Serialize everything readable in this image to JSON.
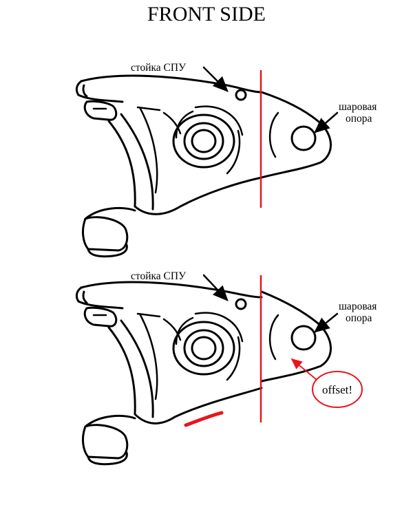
{
  "title": "FRONT SIDE",
  "top_diagram": {
    "label_post": "стойка СПУ",
    "label_ball_line1": "шаровая",
    "label_ball_line2": "опора"
  },
  "bottom_diagram": {
    "label_post": "стойка СПУ",
    "label_ball_line1": "шаровая",
    "label_ball_line2": "опора",
    "callout": "offset!"
  },
  "colors": {
    "reference_line": "#e8141e",
    "outline": "#000000",
    "callout": "#e8141e"
  }
}
